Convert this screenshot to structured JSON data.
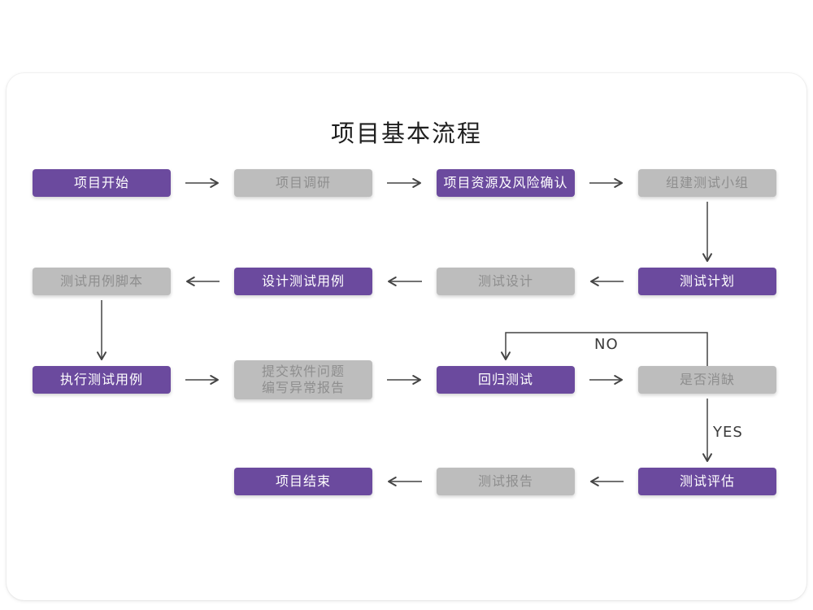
{
  "title": "项目基本流程",
  "decision_labels": {
    "no": "NO",
    "yes": "YES"
  },
  "colors": {
    "node_purple": "#6b4a9e",
    "node_gray_bg": "#bdbdbd",
    "node_gray_text": "#8e8e8e",
    "arrow": "#444444",
    "title_text": "#1f1f1f",
    "card_bg": "#ffffff"
  },
  "nodes": [
    {
      "id": "project-start",
      "label": "项目开始",
      "variant": "purple"
    },
    {
      "id": "project-research",
      "label": "项目调研",
      "variant": "gray"
    },
    {
      "id": "resources-risk-confirm",
      "label": "项目资源及风险确认",
      "variant": "purple"
    },
    {
      "id": "build-test-team",
      "label": "组建测试小组",
      "variant": "gray"
    },
    {
      "id": "test-plan",
      "label": "测试计划",
      "variant": "purple"
    },
    {
      "id": "test-design",
      "label": "测试设计",
      "variant": "gray"
    },
    {
      "id": "design-test-cases",
      "label": "设计测试用例",
      "variant": "purple"
    },
    {
      "id": "test-case-script",
      "label": "测试用例脚本",
      "variant": "gray"
    },
    {
      "id": "execute-test-cases",
      "label": "执行测试用例",
      "variant": "purple"
    },
    {
      "id": "submit-issues-report",
      "label": "提交软件问题\n编写异常报告",
      "variant": "gray"
    },
    {
      "id": "regression-test",
      "label": "回归测试",
      "variant": "purple"
    },
    {
      "id": "defect-cleared",
      "label": "是否消缺",
      "variant": "gray"
    },
    {
      "id": "test-evaluation",
      "label": "测试评估",
      "variant": "purple"
    },
    {
      "id": "test-report",
      "label": "测试报告",
      "variant": "gray"
    },
    {
      "id": "project-end",
      "label": "项目结束",
      "variant": "purple"
    }
  ]
}
